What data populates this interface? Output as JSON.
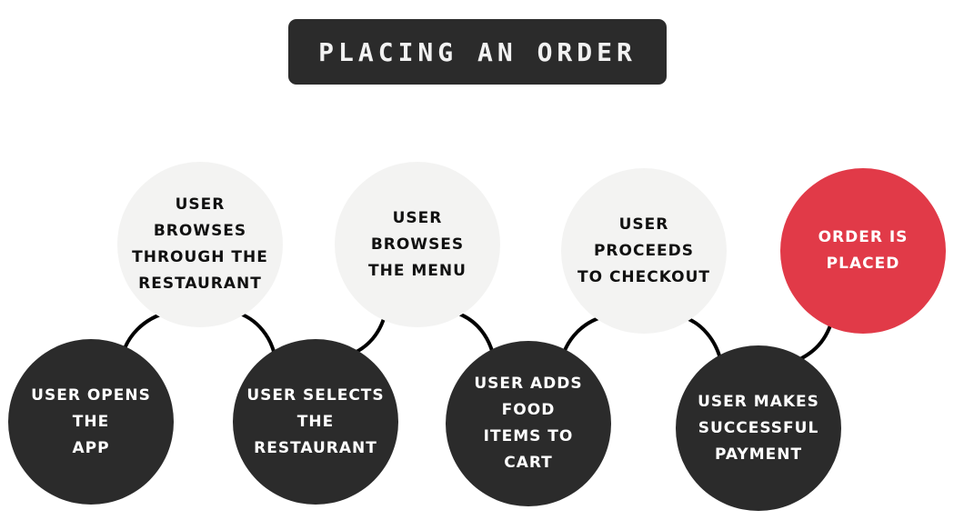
{
  "title": "PLACING AN ORDER",
  "colors": {
    "dark": "#2b2b2b",
    "light": "#f3f3f2",
    "accent": "#e13a48"
  },
  "steps": [
    {
      "label": "USER OPENS THE\nAPP",
      "style": "dark"
    },
    {
      "label": "USER BROWSES\nTHROUGH THE\nRESTAURANT",
      "style": "light"
    },
    {
      "label": "USER SELECTS\nTHE RESTAURANT",
      "style": "dark"
    },
    {
      "label": "USER BROWSES\nTHE MENU",
      "style": "light"
    },
    {
      "label": "USER ADDS FOOD\nITEMS TO CART",
      "style": "dark"
    },
    {
      "label": "USER PROCEEDS\nTO CHECKOUT",
      "style": "light"
    },
    {
      "label": "USER MAKES\nSUCCESSFUL\nPAYMENT",
      "style": "dark"
    },
    {
      "label": "ORDER IS\nPLACED",
      "style": "accent"
    }
  ]
}
